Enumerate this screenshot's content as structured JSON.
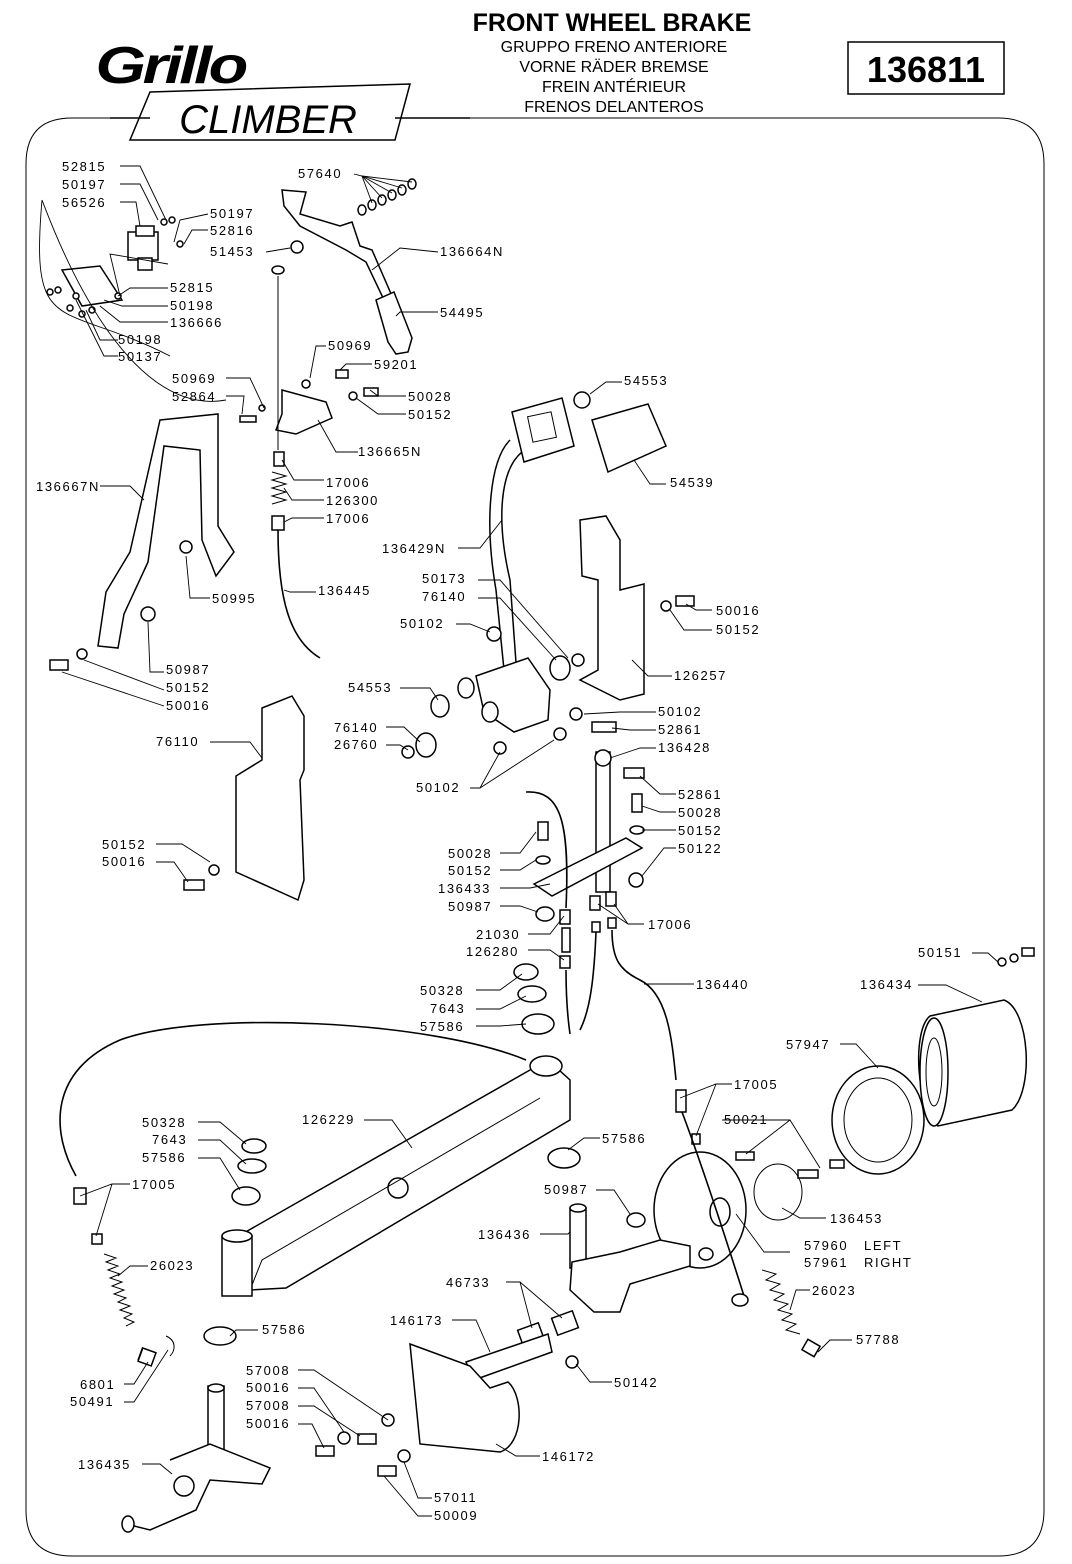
{
  "header": {
    "brand": "Grillo",
    "model": "CLIMBER",
    "title": "FRONT WHEEL BRAKE",
    "subtitles": [
      "GRUPPO FRENO ANTERIORE",
      "VORNE RÄDER BREMSE",
      "FREIN ANTÉRIEUR",
      "FRENOS DELANTEROS"
    ],
    "code": "136811"
  },
  "colors": {
    "ink": "#000000",
    "paper": "#ffffff"
  },
  "labels": {
    "p52815a": "52815",
    "p50197a": "50197",
    "p56526": "56526",
    "p50197b": "50197",
    "p52816": "52816",
    "p52815b": "52815",
    "p50198a": "50198",
    "p136666": "136666",
    "p50198b": "50198",
    "p50137": "50137",
    "p57640": "57640",
    "p51453": "51453",
    "p136664N": "136664N",
    "p54495": "54495",
    "p50969a": "50969",
    "p59201": "59201",
    "p50969b": "50969",
    "p52864": "52864",
    "p50028a": "50028",
    "p50152a": "50152",
    "p136665N": "136665N",
    "p17006a": "17006",
    "p126300": "126300",
    "p17006b": "17006",
    "p136667N": "136667N",
    "p50995": "50995",
    "p136445": "136445",
    "p50987a": "50987",
    "p50152b": "50152",
    "p50016a": "50016",
    "p54553a": "54553",
    "p54539": "54539",
    "p136429N": "136429N",
    "p50173": "50173",
    "p76140a": "76140",
    "p50102a": "50102",
    "p50016b": "50016",
    "p50152c": "50152",
    "p126257": "126257",
    "p54553b": "54553",
    "p50102b": "50102",
    "p52861a": "52861",
    "p76140b": "76140",
    "p26760": "26760",
    "p136428": "136428",
    "p76110": "76110",
    "p50102c": "50102",
    "p52861b": "52861",
    "p50028b": "50028",
    "p50152d": "50152",
    "p50152e": "50152",
    "p50016c": "50016",
    "p50122": "50122",
    "p50028c": "50028",
    "p50152f": "50152",
    "p136433": "136433",
    "p50987b": "50987",
    "p17006c": "17006",
    "p21030": "21030",
    "p126280": "126280",
    "p50151": "50151",
    "p136440": "136440",
    "p136434": "136434",
    "p50328a": "50328",
    "p7643a": "7643",
    "p57586a": "57586",
    "p57947": "57947",
    "p17005a": "17005",
    "p126229": "126229",
    "p50328b": "50328",
    "p50021": "50021",
    "p7643b": "7643",
    "p57586b": "57586",
    "p57586c": "57586",
    "p17005b": "17005",
    "p50987c": "50987",
    "p136453": "136453",
    "p136436": "136436",
    "p57960": "57960",
    "p57961": "57961",
    "p_left": "LEFT",
    "p_right": "RIGHT",
    "p26023a": "26023",
    "p26023b": "26023",
    "p46733": "46733",
    "p57586d": "57586",
    "p146173": "146173",
    "p57788": "57788",
    "p6801": "6801",
    "p50491": "50491",
    "p50142": "50142",
    "p57008a": "57008",
    "p50016d": "50016",
    "p57008b": "57008",
    "p50016e": "50016",
    "p146172": "146172",
    "p136435": "136435",
    "p57011": "57011",
    "p50009": "50009"
  }
}
